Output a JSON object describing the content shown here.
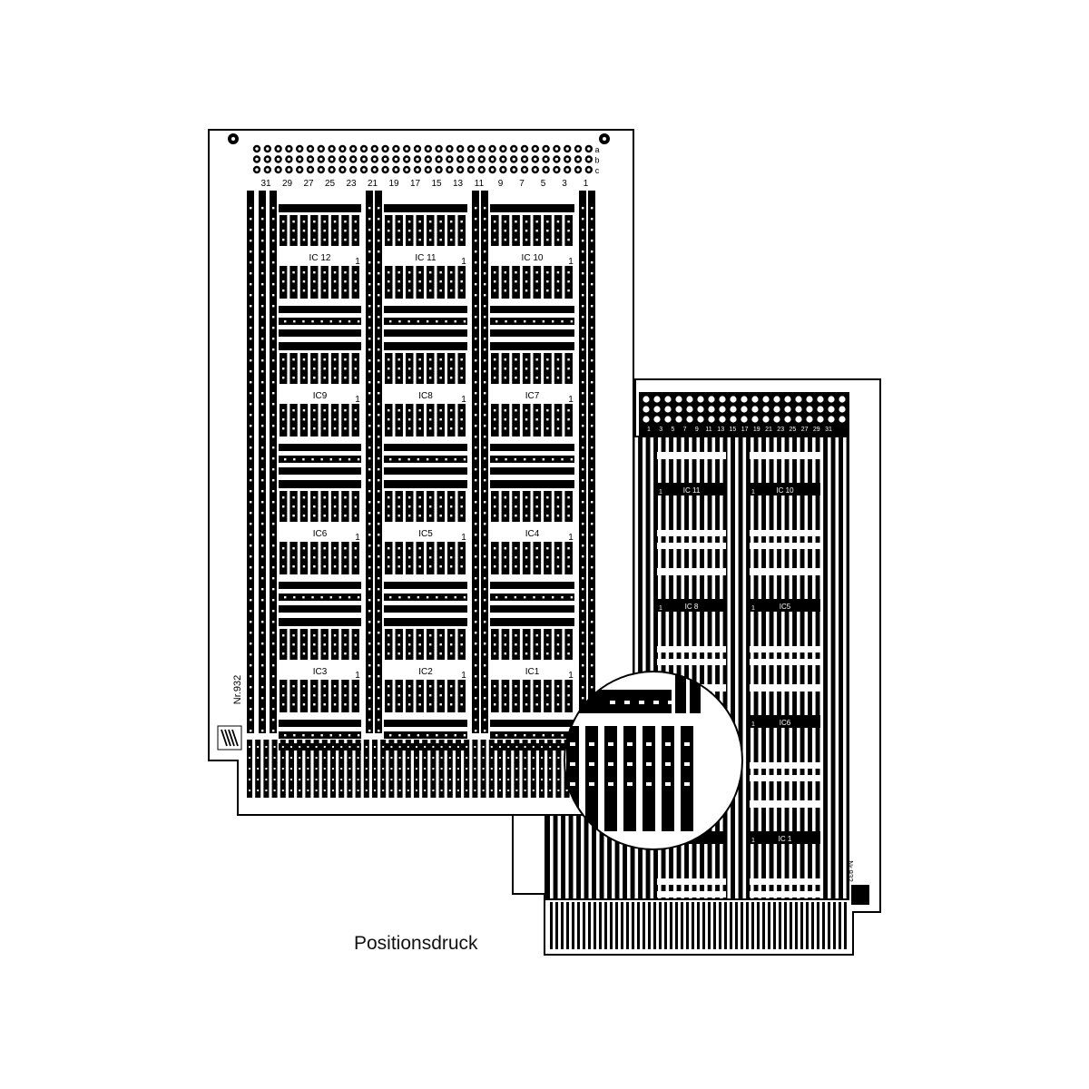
{
  "front_board": {
    "row_letters": [
      "a",
      "b",
      "c"
    ],
    "pin_numbers": [
      "31",
      "29",
      "27",
      "25",
      "23",
      "21",
      "19",
      "17",
      "15",
      "13",
      "11",
      "9",
      "7",
      "5",
      "3",
      "1"
    ],
    "ic_labels": [
      [
        "IC 12",
        "IC 11",
        "IC 10"
      ],
      [
        "IC9",
        "IC8",
        "IC7"
      ],
      [
        "IC6",
        "IC5",
        "IC4"
      ],
      [
        "IC3",
        "IC2",
        "IC1"
      ]
    ],
    "pin1_marker": "1",
    "board_number": "Nr.932"
  },
  "back_board": {
    "pin_numbers": [
      "1",
      "3",
      "5",
      "7",
      "9",
      "11",
      "13",
      "15",
      "17",
      "19",
      "21",
      "23",
      "25",
      "27",
      "29",
      "31"
    ],
    "ic_labels": [
      "IC 11",
      "IC 10",
      "IC 8",
      "IC5",
      "IC6",
      "IC 1"
    ],
    "pin1_marker": "1",
    "board_number": "Nr.932"
  },
  "caption": "Positionsdruck",
  "colors": {
    "ink": "#000000",
    "paper": "#ffffff"
  }
}
